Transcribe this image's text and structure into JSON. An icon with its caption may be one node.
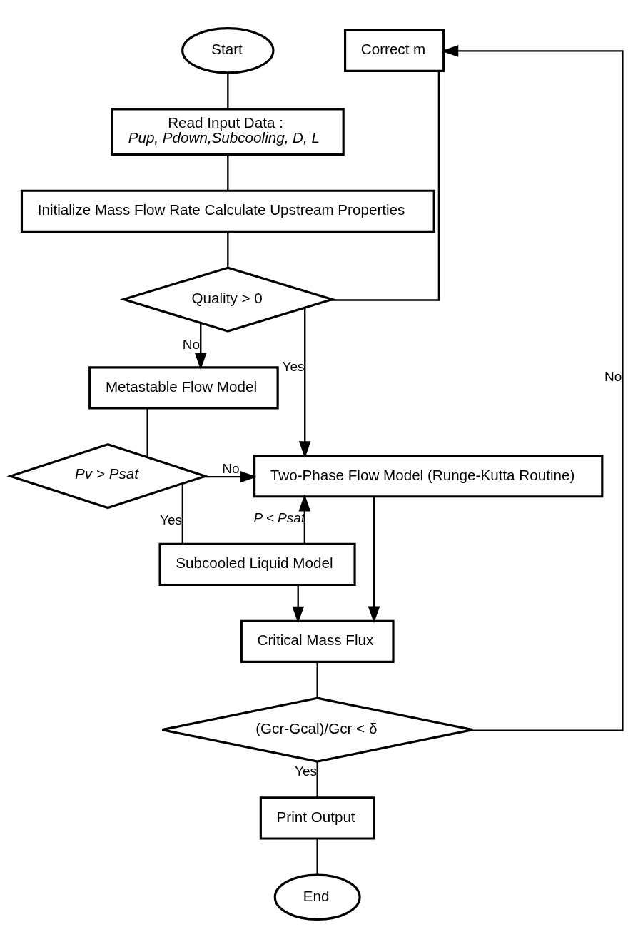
{
  "diagram": {
    "nodes": [
      {
        "text": [
          "Start"
        ]
      },
      {
        "text": [
          "Read Input Data :",
          "Pup, Pdown,Subcooling, D, L"
        ]
      },
      {
        "text": [
          "Initialize Mass Flow Rate Calculate Upstream Properties"
        ]
      },
      {
        "text": [
          "Quality > 0"
        ]
      },
      {
        "text": [
          "Metastable Flow Model"
        ]
      },
      {
        "text": [
          "Pv > Psat"
        ]
      },
      {
        "text": [
          "Two-Phase Flow Model (Runge-Kutta Routine)"
        ]
      },
      {
        "text": [
          "Subcooled Liquid Model"
        ]
      },
      {
        "text": [
          "Correct m"
        ]
      },
      {
        "text": [
          "Critical Mass Flux"
        ]
      },
      {
        "text": [
          "(Gcr-Gcal)/Gcr < δ"
        ]
      },
      {
        "text": [
          "Print Output"
        ]
      },
      {
        "text": [
          "End"
        ]
      }
    ],
    "edges": [
      {
        "from": 0,
        "to": 1,
        "arrow": "none"
      },
      {
        "from": 1,
        "to": 2,
        "arrow": "none"
      },
      {
        "from": 2,
        "to": 3,
        "arrow": "none"
      },
      {
        "from": 3,
        "to": 6,
        "arrow": "to",
        "label": "Yes"
      },
      {
        "from": 3,
        "to": 4,
        "arrow": "to",
        "label": "No"
      },
      {
        "from": 4,
        "to": 5,
        "arrow": "none"
      },
      {
        "from": 5,
        "to": 6,
        "arrow": "to",
        "label": "No"
      },
      {
        "from": 5,
        "to": 7,
        "arrow": "none",
        "label": "Yes"
      },
      {
        "from": 7,
        "to": 6,
        "arrow": "to",
        "label": "P < Psat"
      },
      {
        "from": 6,
        "to": 9,
        "arrow": "to"
      },
      {
        "from": 7,
        "to": 9,
        "arrow": "to"
      },
      {
        "from": 9,
        "to": 10,
        "arrow": "none"
      },
      {
        "from": 10,
        "to": 8,
        "arrow": "to",
        "label": "No"
      },
      {
        "from": 8,
        "to": 3,
        "arrow": "none"
      },
      {
        "from": 10,
        "to": 11,
        "arrow": "none",
        "label": "Yes"
      },
      {
        "from": 11,
        "to": 12,
        "arrow": "none"
      }
    ]
  }
}
